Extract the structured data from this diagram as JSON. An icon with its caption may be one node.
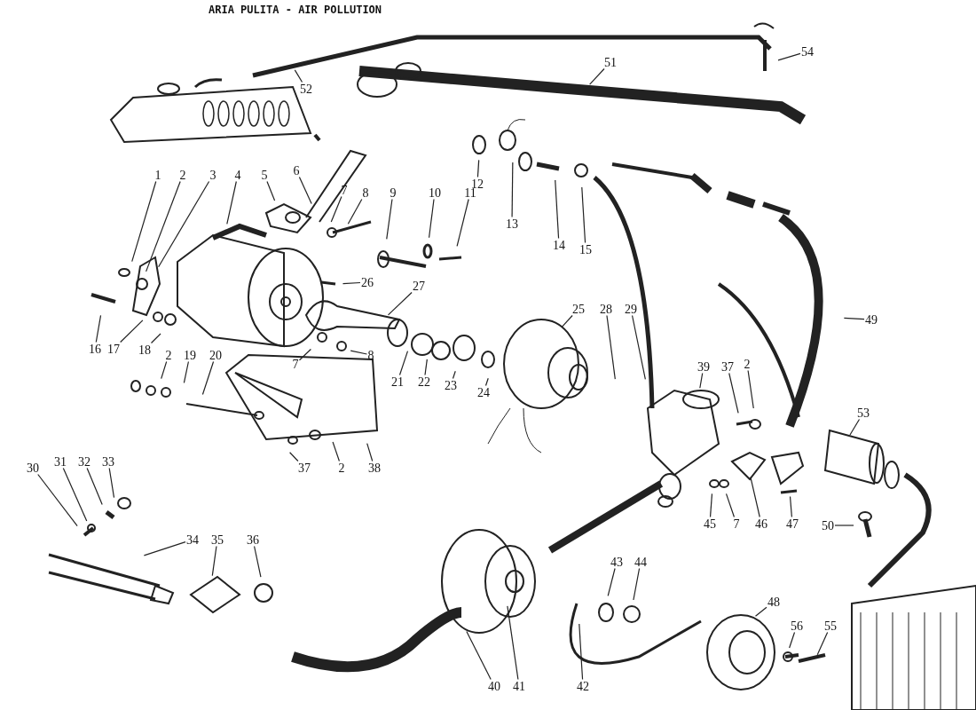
{
  "diagram": {
    "title": "ARIA PULITA - AIR POLLUTION",
    "nodes": [
      {
        "text": [
          "54"
        ]
      },
      {
        "text": [
          "51"
        ]
      },
      {
        "text": [
          "52"
        ]
      },
      {
        "text": [
          "1"
        ]
      },
      {
        "text": [
          "2"
        ]
      },
      {
        "text": [
          "3"
        ]
      },
      {
        "text": [
          "4"
        ]
      },
      {
        "text": [
          "5"
        ]
      },
      {
        "text": [
          "6"
        ]
      },
      {
        "text": [
          "7"
        ]
      },
      {
        "text": [
          "8"
        ]
      },
      {
        "text": [
          "9"
        ]
      },
      {
        "text": [
          "10"
        ]
      },
      {
        "text": [
          "11"
        ]
      },
      {
        "text": [
          "12"
        ]
      },
      {
        "text": [
          "13"
        ]
      },
      {
        "text": [
          "14"
        ]
      },
      {
        "text": [
          "15"
        ]
      },
      {
        "text": [
          "16"
        ]
      },
      {
        "text": [
          "17"
        ]
      },
      {
        "text": [
          "18"
        ]
      },
      {
        "text": [
          "26"
        ]
      },
      {
        "text": [
          "27"
        ]
      },
      {
        "text": [
          "25"
        ]
      },
      {
        "text": [
          "28"
        ]
      },
      {
        "text": [
          "29"
        ]
      },
      {
        "text": [
          "49"
        ]
      },
      {
        "text": [
          "39"
        ]
      },
      {
        "text": [
          "37"
        ]
      },
      {
        "text": [
          "2"
        ]
      },
      {
        "text": [
          "2"
        ]
      },
      {
        "text": [
          "19"
        ]
      },
      {
        "text": [
          "20"
        ]
      },
      {
        "text": [
          "7"
        ]
      },
      {
        "text": [
          "8"
        ]
      },
      {
        "text": [
          "21"
        ]
      },
      {
        "text": [
          "22"
        ]
      },
      {
        "text": [
          "23"
        ]
      },
      {
        "text": [
          "24"
        ]
      },
      {
        "text": [
          "53"
        ]
      },
      {
        "text": [
          "30"
        ]
      },
      {
        "text": [
          "31"
        ]
      },
      {
        "text": [
          "32"
        ]
      },
      {
        "text": [
          "33"
        ]
      },
      {
        "text": [
          "37"
        ]
      },
      {
        "text": [
          "2"
        ]
      },
      {
        "text": [
          "38"
        ]
      },
      {
        "text": [
          "45"
        ]
      },
      {
        "text": [
          "7"
        ]
      },
      {
        "text": [
          "46"
        ]
      },
      {
        "text": [
          "47"
        ]
      },
      {
        "text": [
          "50"
        ]
      },
      {
        "text": [
          "34"
        ]
      },
      {
        "text": [
          "35"
        ]
      },
      {
        "text": [
          "36"
        ]
      },
      {
        "text": [
          "43"
        ]
      },
      {
        "text": [
          "44"
        ]
      },
      {
        "text": [
          "48"
        ]
      },
      {
        "text": [
          "56"
        ]
      },
      {
        "text": [
          "55"
        ]
      },
      {
        "text": [
          "40"
        ]
      },
      {
        "text": [
          "41"
        ]
      },
      {
        "text": [
          "42"
        ]
      }
    ],
    "edges": [
      {
        "from": 0,
        "to": null,
        "arrow": "none"
      },
      {
        "from": 1,
        "to": null,
        "arrow": "none"
      },
      {
        "from": 2,
        "to": null,
        "arrow": "none"
      },
      {
        "from": 3,
        "to": null,
        "arrow": "none"
      },
      {
        "from": 4,
        "to": null,
        "arrow": "none"
      },
      {
        "from": 5,
        "to": null,
        "arrow": "none"
      },
      {
        "from": 6,
        "to": null,
        "arrow": "none"
      },
      {
        "from": 7,
        "to": null,
        "arrow": "none"
      },
      {
        "from": 8,
        "to": null,
        "arrow": "none"
      },
      {
        "from": 9,
        "to": null,
        "arrow": "none"
      },
      {
        "from": 10,
        "to": null,
        "arrow": "none"
      },
      {
        "from": 11,
        "to": null,
        "arrow": "none"
      },
      {
        "from": 12,
        "to": null,
        "arrow": "none"
      },
      {
        "from": 13,
        "to": null,
        "arrow": "none"
      },
      {
        "from": 14,
        "to": null,
        "arrow": "none"
      },
      {
        "from": 15,
        "to": null,
        "arrow": "none"
      },
      {
        "from": 16,
        "to": null,
        "arrow": "none"
      },
      {
        "from": 17,
        "to": null,
        "arrow": "none"
      },
      {
        "from": 18,
        "to": null,
        "arrow": "none"
      },
      {
        "from": 19,
        "to": null,
        "arrow": "none"
      },
      {
        "from": 20,
        "to": null,
        "arrow": "none"
      },
      {
        "from": 21,
        "to": null,
        "arrow": "none"
      },
      {
        "from": 22,
        "to": null,
        "arrow": "none"
      },
      {
        "from": 23,
        "to": null,
        "arrow": "none"
      },
      {
        "from": 24,
        "to": null,
        "arrow": "none"
      },
      {
        "from": 25,
        "to": null,
        "arrow": "none"
      },
      {
        "from": 26,
        "to": null,
        "arrow": "none"
      },
      {
        "from": 27,
        "to": null,
        "arrow": "none"
      },
      {
        "from": 28,
        "to": null,
        "arrow": "none"
      },
      {
        "from": 29,
        "to": null,
        "arrow": "none"
      },
      {
        "from": 30,
        "to": null,
        "arrow": "none"
      },
      {
        "from": 31,
        "to": null,
        "arrow": "none"
      },
      {
        "from": 32,
        "to": null,
        "arrow": "none"
      },
      {
        "from": 33,
        "to": null,
        "arrow": "none"
      },
      {
        "from": 34,
        "to": null,
        "arrow": "none"
      },
      {
        "from": 35,
        "to": null,
        "arrow": "none"
      },
      {
        "from": 36,
        "to": null,
        "arrow": "none"
      },
      {
        "from": 37,
        "to": null,
        "arrow": "none"
      },
      {
        "from": 38,
        "to": null,
        "arrow": "none"
      },
      {
        "from": 39,
        "to": null,
        "arrow": "none"
      },
      {
        "from": 40,
        "to": null,
        "arrow": "none"
      },
      {
        "from": 41,
        "to": null,
        "arrow": "none"
      },
      {
        "from": 42,
        "to": null,
        "arrow": "none"
      },
      {
        "from": 43,
        "to": null,
        "arrow": "none"
      },
      {
        "from": 44,
        "to": null,
        "arrow": "none"
      },
      {
        "from": 45,
        "to": null,
        "arrow": "none"
      },
      {
        "from": 46,
        "to": null,
        "arrow": "none"
      },
      {
        "from": 47,
        "to": null,
        "arrow": "none"
      },
      {
        "from": 48,
        "to": null,
        "arrow": "none"
      },
      {
        "from": 49,
        "to": null,
        "arrow": "none"
      },
      {
        "from": 50,
        "to": null,
        "arrow": "none"
      },
      {
        "from": 51,
        "to": null,
        "arrow": "none"
      },
      {
        "from": 52,
        "to": null,
        "arrow": "none"
      },
      {
        "from": 53,
        "to": null,
        "arrow": "none"
      },
      {
        "from": 54,
        "to": null,
        "arrow": "none"
      },
      {
        "from": 55,
        "to": null,
        "arrow": "none"
      },
      {
        "from": 56,
        "to": null,
        "arrow": "none"
      },
      {
        "from": 57,
        "to": null,
        "arrow": "none"
      },
      {
        "from": 58,
        "to": null,
        "arrow": "none"
      },
      {
        "from": 59,
        "to": null,
        "arrow": "none"
      },
      {
        "from": 60,
        "to": null,
        "arrow": "none"
      },
      {
        "from": 61,
        "to": null,
        "arrow": "none"
      },
      {
        "from": 62,
        "to": null,
        "arrow": "none"
      }
    ]
  }
}
